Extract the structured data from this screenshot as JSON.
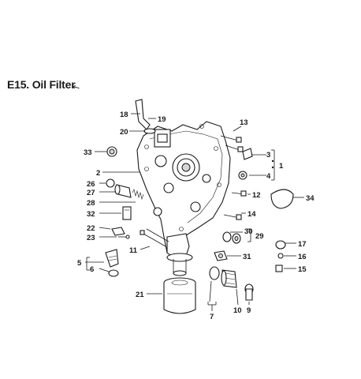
{
  "title": "E15. Oil Filter",
  "callouts": [
    "18",
    "19",
    "20",
    "13",
    "33",
    "3",
    "1",
    "4",
    "2",
    "26",
    "27",
    "28",
    "12",
    "34",
    "32",
    "14",
    "22",
    "23",
    "30",
    "29",
    "17",
    "11",
    "31",
    "16",
    "5",
    "6",
    "15",
    "21",
    "7",
    "10",
    "9"
  ]
}
